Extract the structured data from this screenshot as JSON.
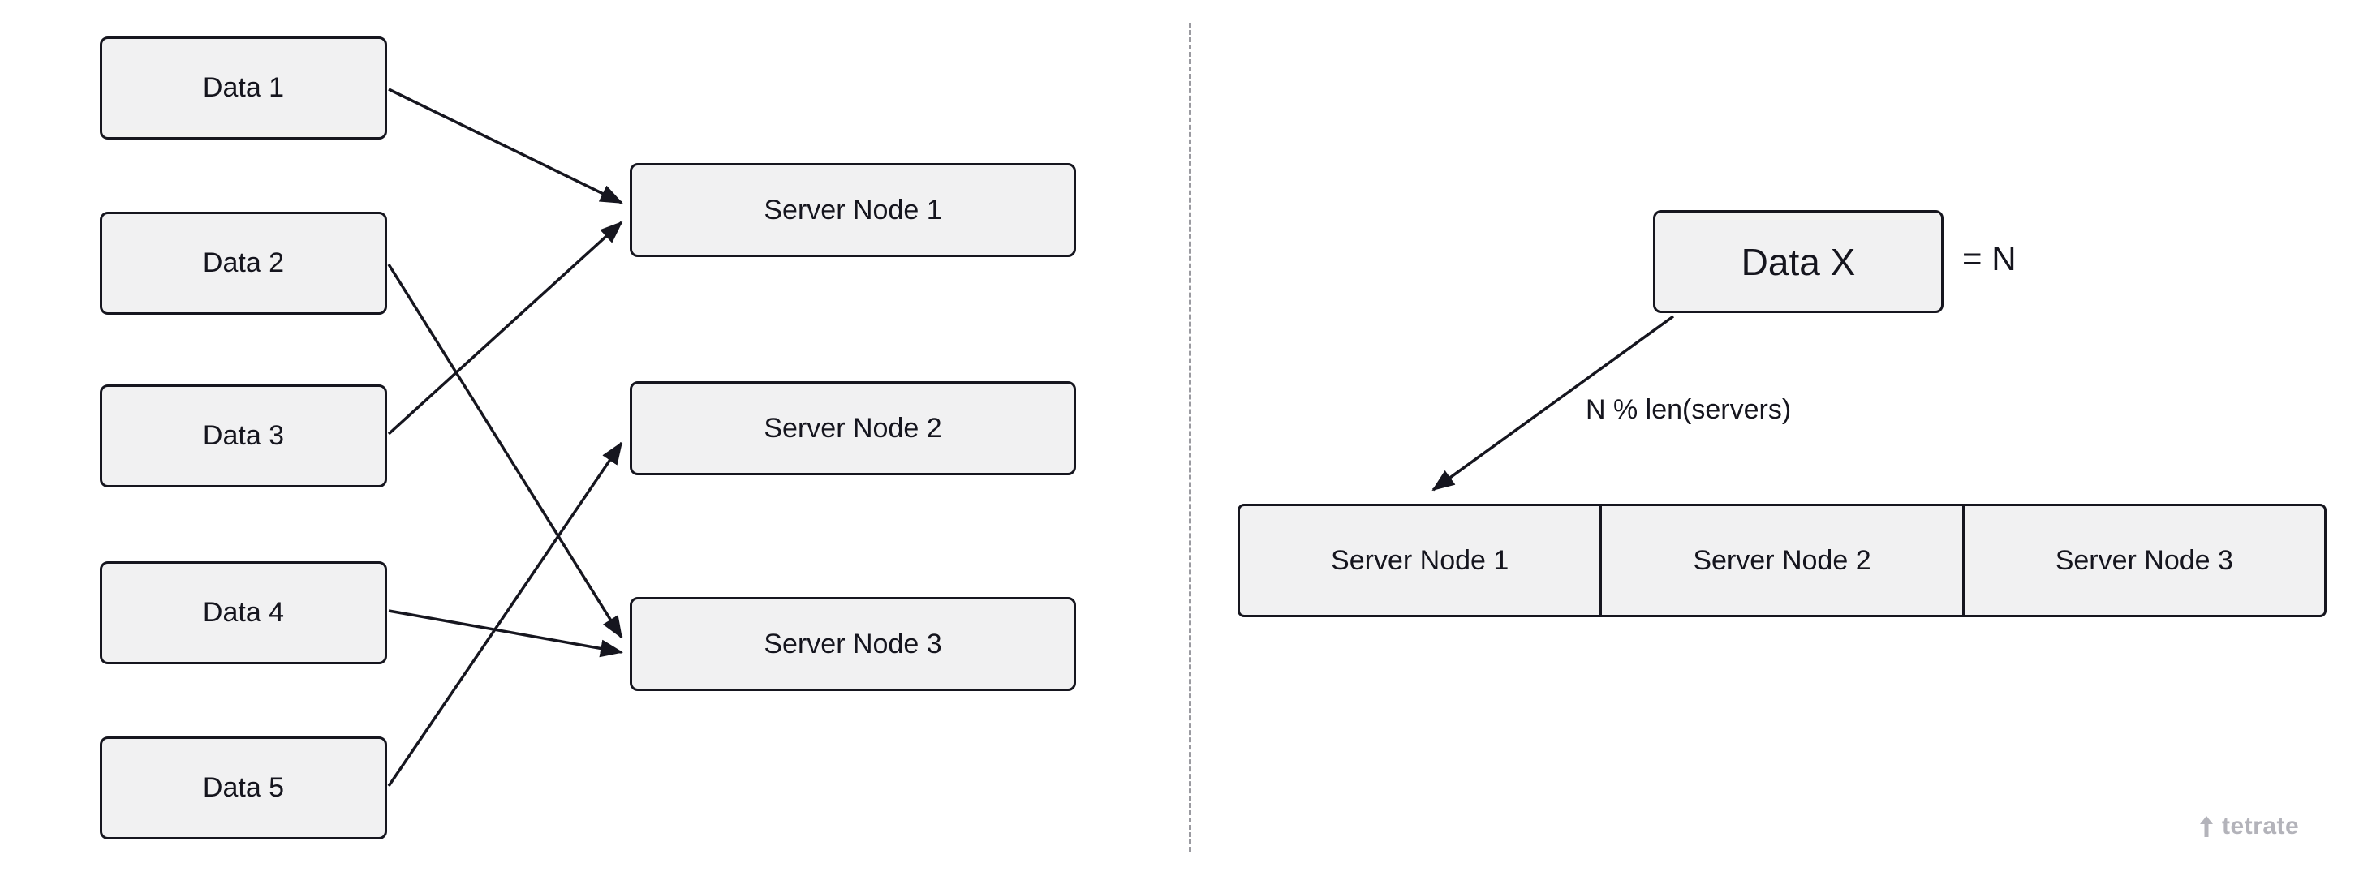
{
  "diagram_left": {
    "data_nodes": [
      {
        "label": "Data 1"
      },
      {
        "label": "Data 2"
      },
      {
        "label": "Data 3"
      },
      {
        "label": "Data 4"
      },
      {
        "label": "Data 5"
      }
    ],
    "server_nodes": [
      {
        "label": "Server Node 1"
      },
      {
        "label": "Server Node 2"
      },
      {
        "label": "Server Node 3"
      }
    ],
    "edges": [
      {
        "from": "Data 1",
        "to": "Server Node 1"
      },
      {
        "from": "Data 2",
        "to": "Server Node 3"
      },
      {
        "from": "Data 3",
        "to": "Server Node 1"
      },
      {
        "from": "Data 4",
        "to": "Server Node 3"
      },
      {
        "from": "Data 5",
        "to": "Server Node 2"
      }
    ]
  },
  "diagram_right": {
    "data_node": {
      "label": "Data X"
    },
    "equals_label": "= N",
    "arrow_label": "N % len(servers)",
    "server_nodes": [
      {
        "label": "Server Node 1"
      },
      {
        "label": "Server Node 2"
      },
      {
        "label": "Server Node 3"
      }
    ],
    "edge": {
      "from": "Data X",
      "to": "Server Node 1"
    }
  },
  "footer": {
    "brand": "tetrate"
  },
  "colors": {
    "box_bg": "#f1f1f2",
    "box_border": "#16161f",
    "arrow": "#16161f",
    "divider": "#9a9aa0",
    "brand": "#b3b3ba"
  }
}
